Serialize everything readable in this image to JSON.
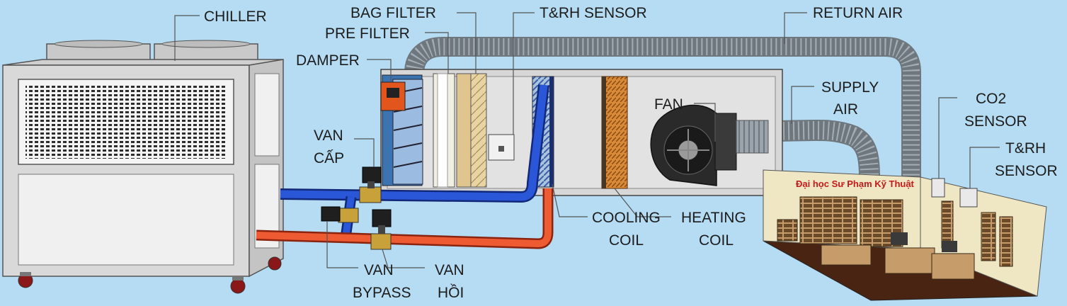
{
  "labels": {
    "chiller": "CHILLER",
    "bag_filter": "BAG FILTER",
    "pre_filter": "PRE FILTER",
    "damper": "DAMPER",
    "trh_sensor_top": "T&RH SENSOR",
    "return_air": "RETURN AIR",
    "supply_air_1": "SUPPLY",
    "supply_air_2": "AIR",
    "fan": "FAN",
    "co2_sensor_1": "CO2",
    "co2_sensor_2": "SENSOR",
    "trh_sensor_room_1": "T&RH",
    "trh_sensor_room_2": "SENSOR",
    "van_cap_1": "VAN",
    "van_cap_2": "CẤP",
    "cooling_coil_1": "COOLING",
    "cooling_coil_2": "COIL",
    "heating_coil_1": "HEATING",
    "heating_coil_2": "COIL",
    "van_bypass_1": "VAN",
    "van_bypass_2": "BYPASS",
    "van_hoi_1": "VAN",
    "van_hoi_2": "HỒI"
  },
  "room": {
    "title": "Đại học Sư Phạm Kỹ Thuật"
  },
  "colors": {
    "background": "#b5dcf2",
    "supply_pipe": "#1f47c8",
    "return_pipe": "#ee5a32",
    "duct": "#9aa3ab",
    "chiller_body": "#d9d9d9",
    "ahu_casing": "#d7d7d7",
    "pre_filter": "#f1efe2",
    "bag_filter": "#e8d3a2",
    "heating_coil": "#d98a38",
    "cooling_coil": "#a9c4df",
    "room_wall": "#efe7c4",
    "damper_actuator": "#e2561e"
  }
}
